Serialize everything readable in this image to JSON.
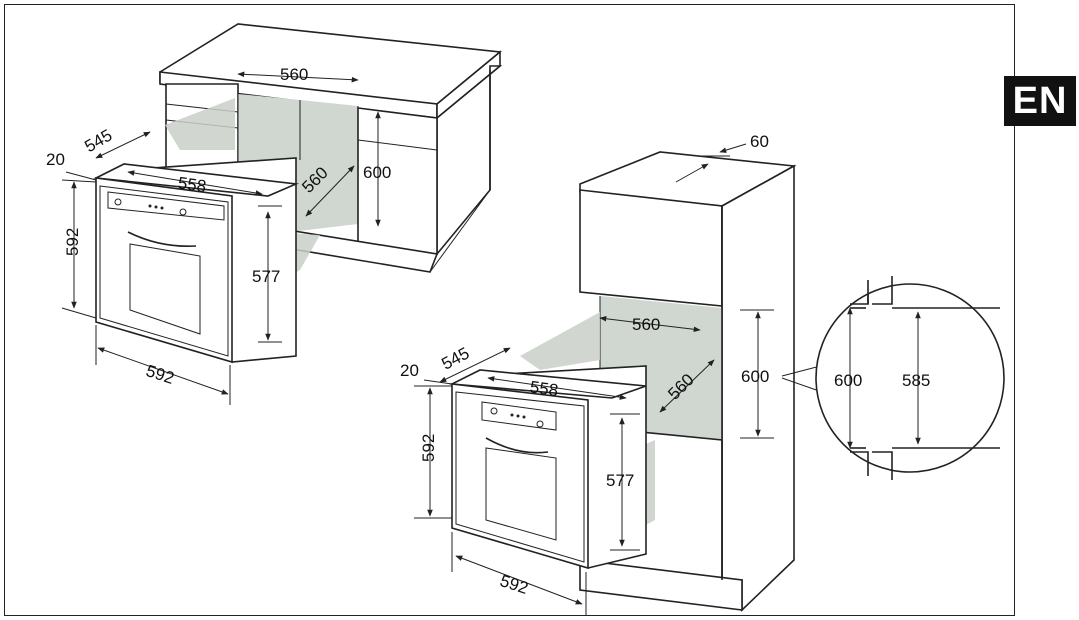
{
  "language_badge": "EN",
  "left_installation": {
    "cabinet_width": "560",
    "cabinet_height": "600",
    "cabinet_depth": "560",
    "oven_depth": "545",
    "panel_thickness": "20",
    "oven_body_width": "558",
    "oven_front_height": "592",
    "oven_body_height": "577",
    "oven_front_width": "592"
  },
  "right_installation": {
    "vent_gap": "60",
    "cabinet_width": "560",
    "cabinet_height": "600",
    "cabinet_depth": "560",
    "oven_depth": "545",
    "panel_thickness": "20",
    "oven_body_width": "558",
    "oven_front_height": "592",
    "oven_body_height": "577",
    "oven_front_width": "592"
  },
  "detail_zoom": {
    "outer_height": "600",
    "inner_height": "585"
  }
}
